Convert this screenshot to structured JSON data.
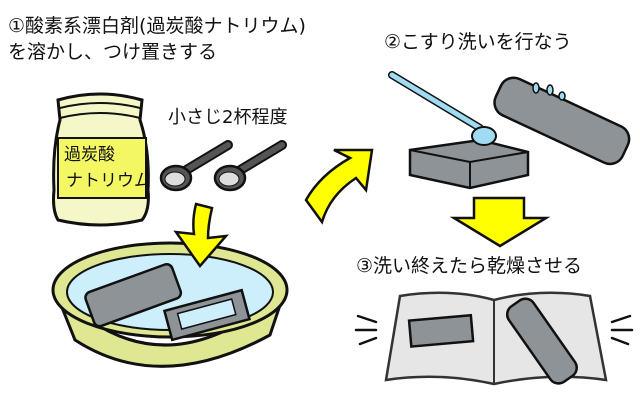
{
  "steps": [
    {
      "label_line1": "①酸素系漂白剤(過炭酸ナトリウム)",
      "label_line2": "を溶かし、つけ置きする"
    },
    {
      "label": "②こすり洗いを行なう"
    },
    {
      "label": "③洗い終えたら乾燥させる"
    }
  ],
  "spoon_label": "小さじ2杯程度",
  "package": {
    "line1": "過炭酸",
    "line2": "ナトリウム"
  },
  "colors": {
    "arrow": "#ffff00",
    "package": "#f5f7c8",
    "package_label": "#f2f763",
    "basin": "#dfe792",
    "water": "#cdeffb",
    "remote": "#8d9397",
    "brush": "#9fdcf2",
    "newspaper": "#e6e6e6",
    "spoon": "#555555"
  }
}
